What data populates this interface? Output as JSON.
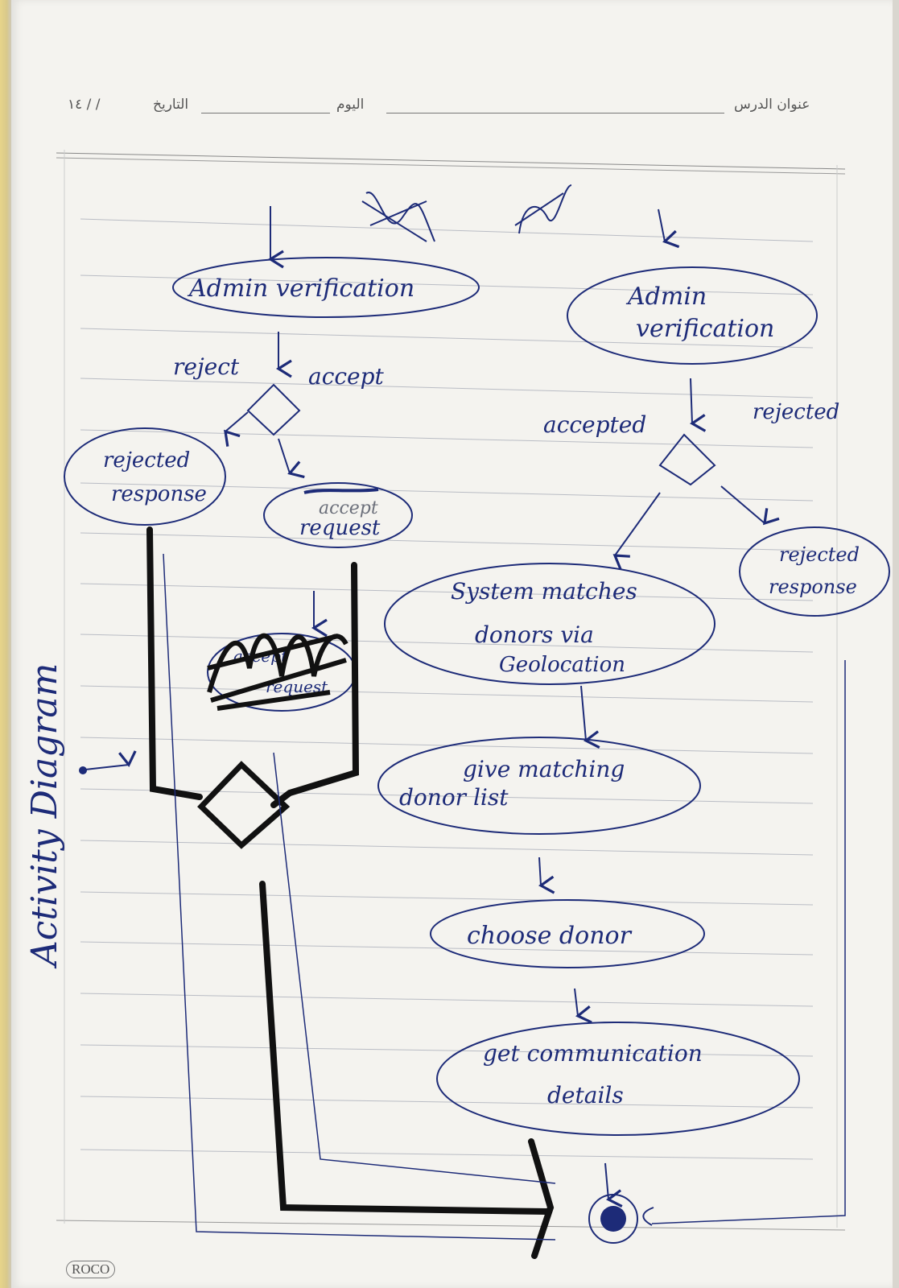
{
  "header": {
    "lesson_title_label": "عنوان الدرس",
    "day_label": "اليوم",
    "date_label": "التاريخ",
    "year_suffix": "/ / ١٤"
  },
  "brand": "ROCO",
  "diagram": {
    "side_title": "Activity Diagram",
    "left_branch": {
      "node_admin_verification": "Admin verification",
      "label_reject": "reject",
      "label_accept": "accept",
      "node_rejected_response": [
        "rejected",
        "response"
      ],
      "node_accept_request": [
        "accept",
        "request"
      ],
      "node_accept_request_scribbled": [
        "accept",
        "request"
      ]
    },
    "right_branch": {
      "node_admin_verification": [
        "Admin",
        "verification"
      ],
      "label_accepted": "accepted",
      "label_rejected": "rejected",
      "node_rejected_response": [
        "rejected",
        "response"
      ],
      "node_system_matches": [
        "System matches",
        "donors via",
        "Geolocation"
      ],
      "node_give_matching": [
        "give matching",
        "donor list"
      ],
      "node_choose_donor": "choose donor",
      "node_get_communication": [
        "get communication",
        "details"
      ]
    }
  },
  "colors": {
    "ink": "#1d2b78",
    "marker": "#111111",
    "paper": "#f4f3ef",
    "ruling": "#b9bcc4"
  }
}
